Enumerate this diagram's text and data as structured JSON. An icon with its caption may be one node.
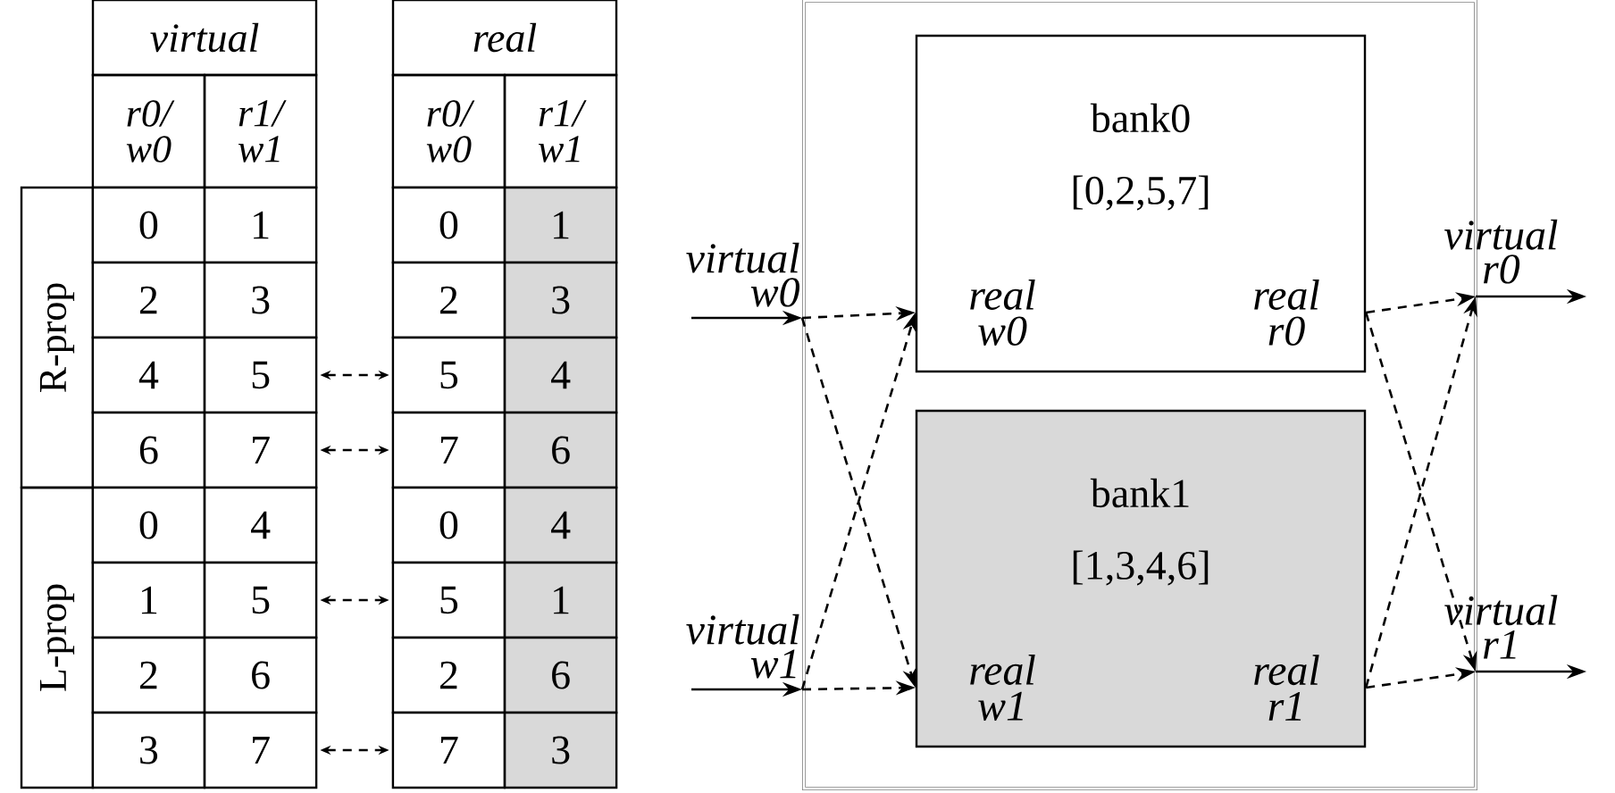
{
  "diagram": {
    "nodes": [
      {
        "text": [
          "0",
          "1"
        ]
      },
      {
        "text": [
          "2",
          "3"
        ]
      },
      {
        "text": [
          "4",
          "5"
        ]
      },
      {
        "text": [
          "6",
          "7"
        ]
      },
      {
        "text": [
          "0",
          "4"
        ]
      },
      {
        "text": [
          "1",
          "5"
        ]
      },
      {
        "text": [
          "2",
          "6"
        ]
      },
      {
        "text": [
          "3",
          "7"
        ]
      },
      {
        "text": [
          "0",
          "1"
        ]
      },
      {
        "text": [
          "2",
          "3"
        ]
      },
      {
        "text": [
          "5",
          "4"
        ]
      },
      {
        "text": [
          "7",
          "6"
        ]
      },
      {
        "text": [
          "0",
          "4"
        ]
      },
      {
        "text": [
          "5",
          "1"
        ]
      },
      {
        "text": [
          "2",
          "6"
        ]
      },
      {
        "text": [
          "7",
          "3"
        ]
      },
      {
        "text": [],
        "shape": "box"
      },
      {
        "text": [
          "bank0",
          "[0,2,5,7]"
        ],
        "in": 16
      },
      {
        "text": [
          "real w0"
        ],
        "in": 17
      },
      {
        "text": [
          "real r0"
        ],
        "in": 17
      },
      {
        "text": [
          "bank1",
          "[1,3,4,6]"
        ],
        "in": 16
      },
      {
        "text": [
          "real w1"
        ],
        "in": 20
      },
      {
        "text": [
          "real r1"
        ],
        "in": 20
      },
      {
        "text": [
          "virtual w0"
        ]
      },
      {
        "text": [
          "virtual w1"
        ]
      },
      {
        "text": [
          "virtual r0"
        ]
      },
      {
        "text": [
          "virtual r1"
        ]
      }
    ],
    "edges": [
      {
        "from": 2,
        "to": 10,
        "arrow": "both",
        "style": "dashed"
      },
      {
        "from": 3,
        "to": 11,
        "arrow": "both",
        "style": "dashed"
      },
      {
        "from": 5,
        "to": 13,
        "arrow": "both",
        "style": "dashed"
      },
      {
        "from": 7,
        "to": 15,
        "arrow": "both",
        "style": "dashed"
      },
      {
        "from": null,
        "to": 23,
        "arrow": "to"
      },
      {
        "from": null,
        "to": 24,
        "arrow": "to"
      },
      {
        "from": 23,
        "to": 18,
        "arrow": "to",
        "style": "dashed"
      },
      {
        "from": 23,
        "to": 21,
        "arrow": "to",
        "style": "dashed"
      },
      {
        "from": 24,
        "to": 18,
        "arrow": "to",
        "style": "dashed"
      },
      {
        "from": 24,
        "to": 21,
        "arrow": "to",
        "style": "dashed"
      },
      {
        "from": 19,
        "to": 25,
        "arrow": "to",
        "style": "dashed"
      },
      {
        "from": 19,
        "to": 26,
        "arrow": "to",
        "style": "dashed"
      },
      {
        "from": 22,
        "to": 25,
        "arrow": "to",
        "style": "dashed"
      },
      {
        "from": 22,
        "to": 26,
        "arrow": "to",
        "style": "dashed"
      },
      {
        "from": 25,
        "to": null,
        "arrow": "to"
      },
      {
        "from": 26,
        "to": null,
        "arrow": "to"
      }
    ],
    "labels": [
      "virtual",
      "r0/ w0",
      "r1/ w1",
      "real",
      "r0/ w0",
      "r1/ w1",
      "R-prop",
      "L-prop"
    ]
  }
}
